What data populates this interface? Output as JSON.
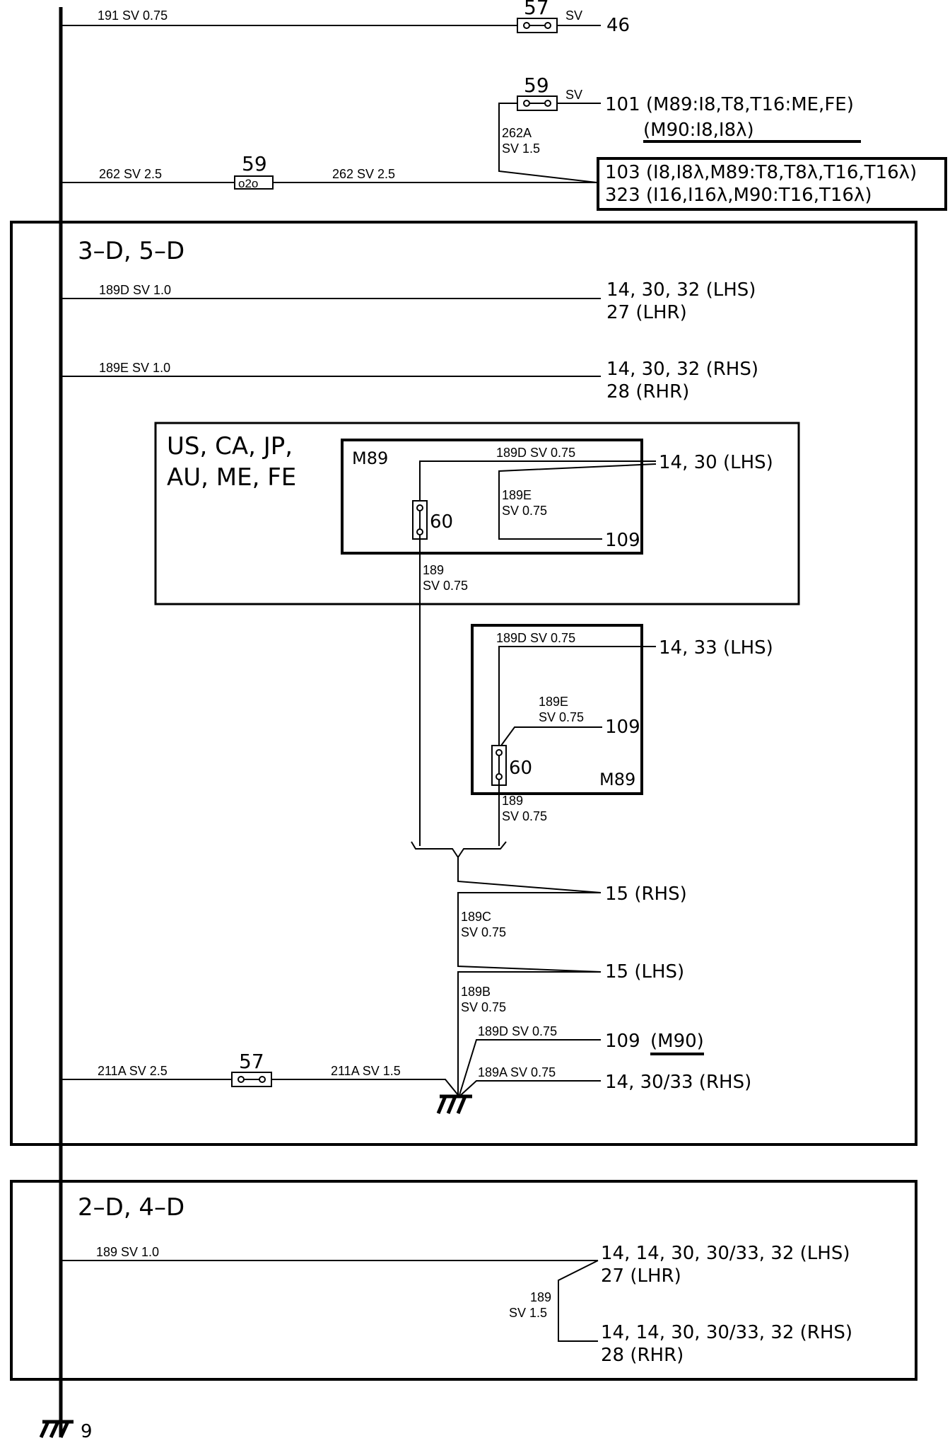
{
  "top": {
    "w191": "191 SV 0.75",
    "c57a": "57",
    "sv_a": "SV",
    "t46": "46",
    "c59a": "59",
    "sv_b": "SV",
    "t101": "101 (M89:I8,T8,T16:ME,FE)",
    "tM90": "(M90:I8,I8λ)",
    "w262a": "262A",
    "w262a_s": "SV 1.5",
    "w262l": "262 SV 2.5",
    "c59b": "59",
    "c59b_pin": "o2o",
    "w262r": "262 SV 2.5",
    "t103": "103 (I8,I8λ,M89:T8,T8λ,T16,T16λ)",
    "t323": "323 (I16,I16λ,M90:T16,T16λ)"
  },
  "box35": {
    "title": "3–D, 5–D",
    "w189d": "189D SV 1.0",
    "t14lhs": "14, 30, 32 (LHS)",
    "t27": "27 (LHR)",
    "w189e": "189E SV 1.0",
    "t14rhs": "14, 30, 32 (RHS)",
    "t28": "28 (RHR)"
  },
  "mkt": {
    "line1": "US, CA, JP,",
    "line2": "AU, ME, FE",
    "m89": "M89",
    "w189d": "189D SV 0.75",
    "t14": "14, 30 (LHS)",
    "w189e_1": "189E",
    "w189e_2": "SV 0.75",
    "c60": "60",
    "t109": "109",
    "w189_1": "189",
    "w189_2": "SV 0.75"
  },
  "m89b": {
    "w189d": "189D SV 0.75",
    "t14": "14, 33 (LHS)",
    "w189e_1": "189E",
    "w189e_2": "SV 0.75",
    "t109": "109",
    "c60": "60",
    "m89": "M89",
    "w189_1": "189",
    "w189_2": "SV 0.75"
  },
  "lower": {
    "t15r": "15 (RHS)",
    "w189c_1": "189C",
    "w189c_2": "SV 0.75",
    "t15l": "15 (LHS)",
    "w189b_1": "189B",
    "w189b_2": "SV 0.75",
    "w189d": "189D SV 0.75",
    "t109": "109",
    "tM90": "(M90)",
    "w211l": "211A SV 2.5",
    "c57": "57",
    "w211r": "211A SV 1.5",
    "w189a": "189A SV 0.75",
    "t14": "14, 30/33 (RHS)"
  },
  "box24": {
    "title": "2–D, 4–D",
    "w189": "189 SV 1.0",
    "t14lhs": "14, 14, 30, 30/33, 32 (LHS)",
    "t27": "27 (LHR)",
    "w189_1": "189",
    "w189_2": "SV 1.5",
    "t14rhs": "14, 14, 30, 30/33, 32 (RHS)",
    "t28": "28 (RHR)"
  },
  "ground": {
    "label": "9"
  }
}
